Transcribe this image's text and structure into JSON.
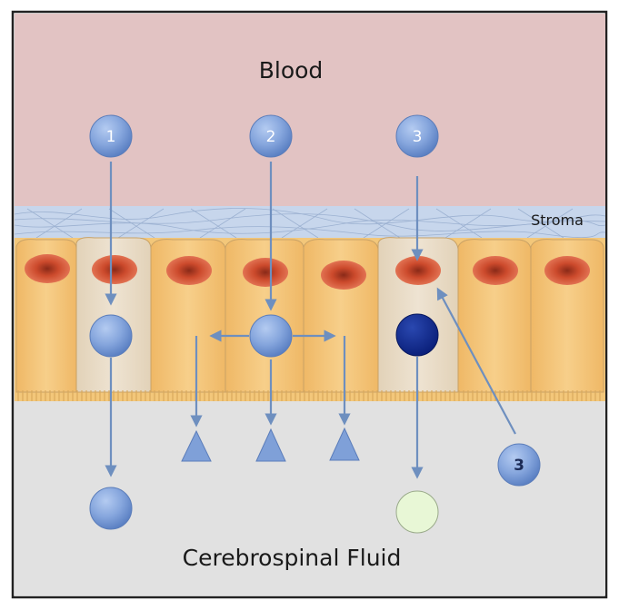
{
  "labels": {
    "blood": "Blood",
    "stroma": "Stroma",
    "csf": "Cerebrospinal Fluid"
  },
  "pathways": {
    "p1": "1",
    "p2": "2",
    "p3_top": "3",
    "p3_side": "3"
  },
  "colors": {
    "blood": "#e2c3c3",
    "stroma": "#c4d3ea",
    "epithelium": "#f3c77a",
    "highlighted_cell": "#e9dcc7",
    "nucleus": "#d85a3a",
    "csf": "#e1e1e1",
    "pathway_marker": "#6f93d3",
    "arrow": "#6e8fbf",
    "dark_marker": "#0d2a8f",
    "pale_marker": "#e8f7d6"
  },
  "icons": {
    "molecule_shape": "circle-icon",
    "secreted_shape": "triangle-icon"
  }
}
